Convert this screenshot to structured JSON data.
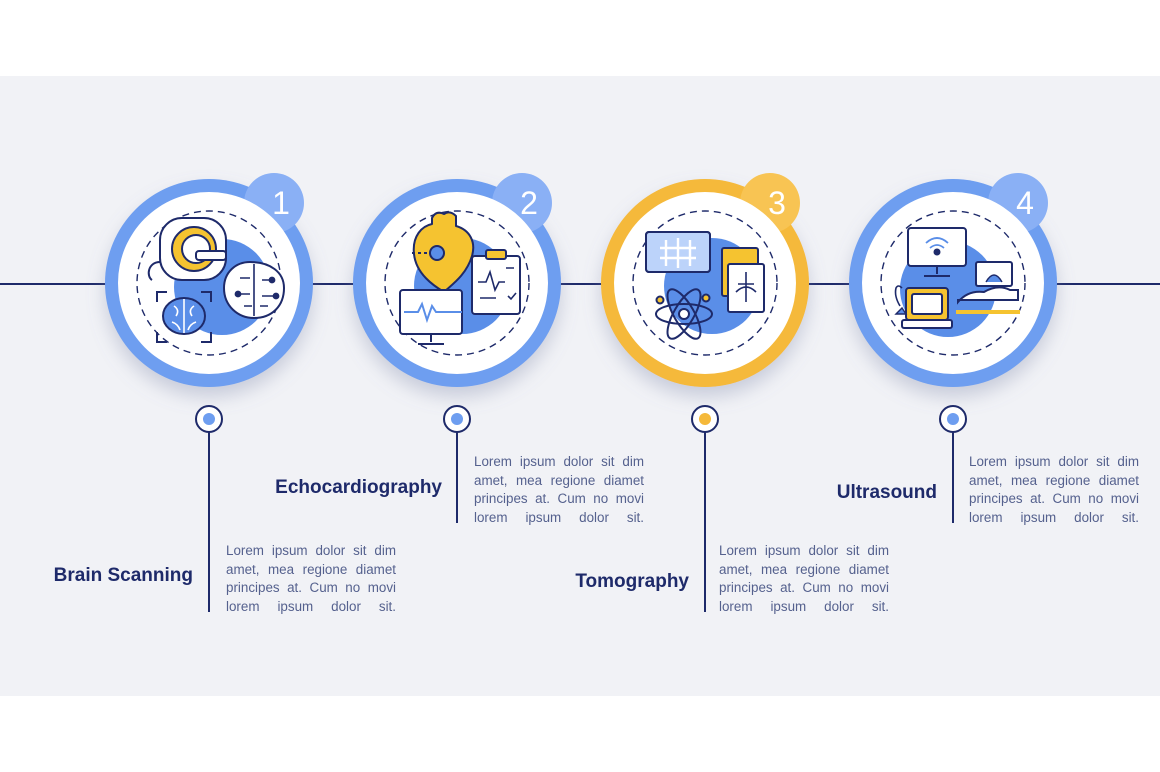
{
  "colors": {
    "panel": "#f1f2f6",
    "timeline": "#1e2a6a",
    "blue_ring": "#6e9ef0",
    "blue_badge": "#8ab0f5",
    "blue_fill": "#5a8ee8",
    "yellow_ring": "#f5b93a",
    "yellow_badge": "#f8c453",
    "yellow_fill": "#f5c330",
    "title_text": "#1e2a6a",
    "body_text": "#55618e"
  },
  "steps": [
    {
      "number": "1",
      "title": "Brain Scanning",
      "accent": "blue",
      "description": "Lorem ipsum dolor sit dim amet, mea regione diamet principes at. Cum no movi lorem ipsum dolor sit.",
      "icons": [
        "mri-scanner-icon",
        "brain-icon",
        "brain-circuit-icon"
      ]
    },
    {
      "number": "2",
      "title": "Echocardiography",
      "accent": "blue",
      "description": "Lorem ipsum dolor sit dim amet, mea regione diamet principes at. Cum no movi lorem ipsum dolor sit.",
      "icons": [
        "heart-icon",
        "heart-monitor-icon",
        "medical-chart-icon"
      ]
    },
    {
      "number": "3",
      "title": "Tomography",
      "accent": "yellow",
      "description": "Lorem ipsum dolor sit dim amet, mea regione diamet principes at. Cum no movi lorem ipsum dolor sit.",
      "icons": [
        "xray-film-icon",
        "atom-icon",
        "scan-report-icon"
      ]
    },
    {
      "number": "4",
      "title": "Ultrasound",
      "accent": "blue",
      "description": "Lorem ipsum dolor sit dim amet, mea regione diamet principes at. Cum no movi lorem ipsum dolor sit.",
      "icons": [
        "ultrasound-monitor-icon",
        "ultrasound-machine-icon",
        "patient-bed-icon"
      ]
    }
  ]
}
